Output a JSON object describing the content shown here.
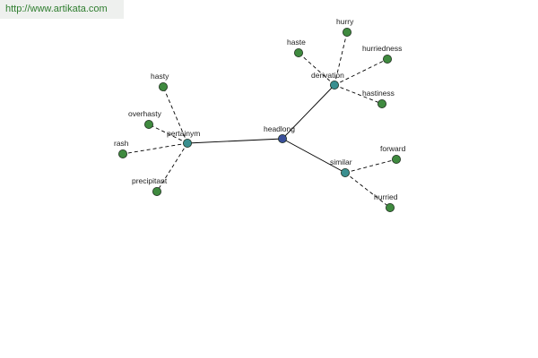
{
  "source_url": "http://www.artikata.com",
  "colors": {
    "center_node": "#3a4f9a",
    "relation_node": "#3a8f8f",
    "leaf_node": "#3f8a3f",
    "node_stroke": "#1e2e1e",
    "edge": "#000000",
    "url_text": "#2e7d2e"
  },
  "graph": {
    "center": {
      "label": "headlong"
    },
    "relations": [
      {
        "label": "derivation",
        "words": [
          "hurry",
          "haste",
          "hurriedness",
          "hastiness"
        ]
      },
      {
        "label": "similar",
        "words": [
          "forward",
          "hurried"
        ]
      },
      {
        "label": "pertainym",
        "words": [
          "hasty",
          "overhasty",
          "rash",
          "precipitant"
        ]
      }
    ]
  }
}
